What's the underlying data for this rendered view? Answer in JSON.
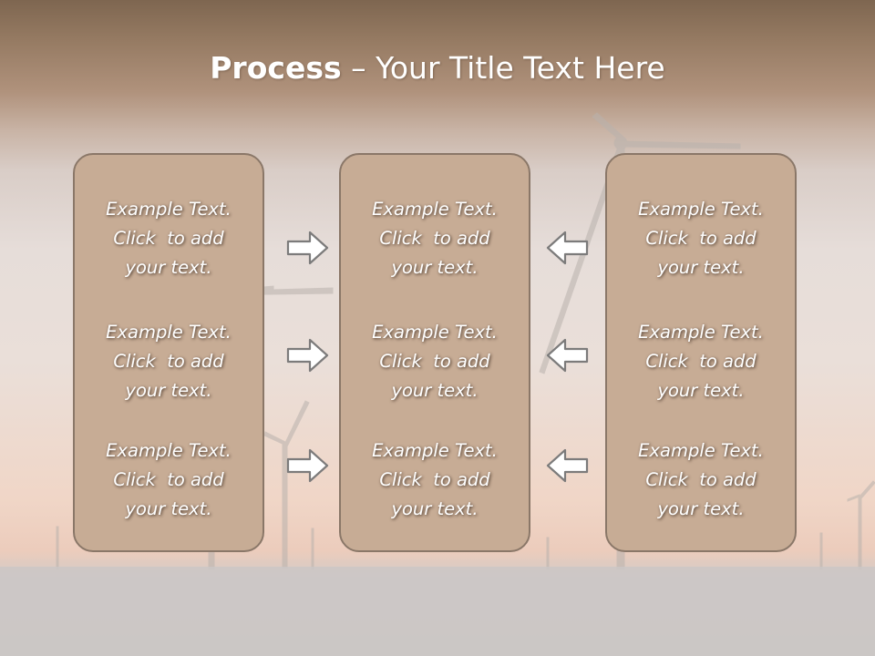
{
  "slide": {
    "title_bold": "Process",
    "title_rest": " – Your Title Text Here"
  },
  "panels": [
    {
      "items": [
        {
          "line1": "Example Text.",
          "line2": "Click  to add",
          "line3": "your text."
        },
        {
          "line1": "Example Text.",
          "line2": "Click  to add",
          "line3": "your text."
        },
        {
          "line1": "Example Text.",
          "line2": "Click  to add",
          "line3": "your text."
        }
      ]
    },
    {
      "items": [
        {
          "line1": "Example Text.",
          "line2": "Click  to add",
          "line3": "your text."
        },
        {
          "line1": "Example Text.",
          "line2": "Click  to add",
          "line3": "your text."
        },
        {
          "line1": "Example Text.",
          "line2": "Click  to add",
          "line3": "your text."
        }
      ]
    },
    {
      "items": [
        {
          "line1": "Example Text.",
          "line2": "Click  to add",
          "line3": "your text."
        },
        {
          "line1": "Example Text.",
          "line2": "Click  to add",
          "line3": "your text."
        },
        {
          "line1": "Example Text.",
          "line2": "Click  to add",
          "line3": "your text."
        }
      ]
    }
  ],
  "arrows": {
    "left_group": "right-arrow-icon",
    "right_group": "left-arrow-icon"
  },
  "colors": {
    "panel_fill": "#c7ac95",
    "panel_border": "#8a7768",
    "arrow_fill": "#ffffff",
    "arrow_stroke": "#7c7b7b"
  }
}
